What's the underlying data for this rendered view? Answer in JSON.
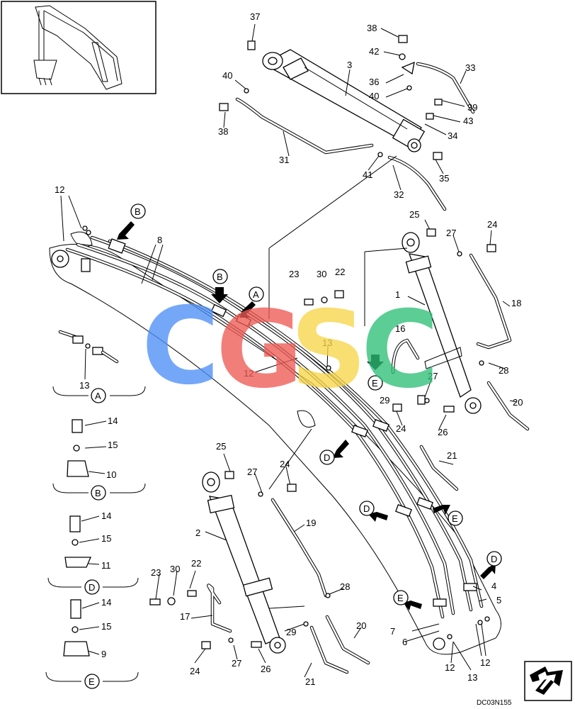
{
  "diagram_code": "DC03N155",
  "watermark": {
    "letters": [
      "C",
      "G",
      "S",
      "C"
    ],
    "colors": [
      "#4f8ff7",
      "#ef5a55",
      "#f8d64a",
      "#2fbf78"
    ]
  },
  "part_numbers": [
    "1",
    "2",
    "3",
    "4",
    "5",
    "6",
    "7",
    "8",
    "9",
    "10",
    "11",
    "12",
    "13",
    "14",
    "15",
    "16",
    "17",
    "18",
    "19",
    "20",
    "21",
    "22",
    "23",
    "24",
    "25",
    "26",
    "27",
    "28",
    "29",
    "30",
    "31",
    "32",
    "33",
    "34",
    "35",
    "36",
    "37",
    "38",
    "39",
    "40",
    "41",
    "42",
    "43"
  ],
  "view_letters": [
    "A",
    "B",
    "D",
    "E"
  ],
  "labels": {
    "p1": "1",
    "p2": "2",
    "p3": "3",
    "p4": "4",
    "p5": "5",
    "p6": "6",
    "p7": "7",
    "p8": "8",
    "p9": "9",
    "p10": "10",
    "p11": "11",
    "p12": "12",
    "p13": "13",
    "p14": "14",
    "p15": "15",
    "p16": "16",
    "p17": "17",
    "p18": "18",
    "p19": "19",
    "p20": "20",
    "p21": "21",
    "p22": "22",
    "p23": "23",
    "p24": "24",
    "p25": "25",
    "p26": "26",
    "p27": "27",
    "p28": "28",
    "p29": "29",
    "p30": "30",
    "p31": "31",
    "p32": "32",
    "p33": "33",
    "p34": "34",
    "p35": "35",
    "p36": "36",
    "p37": "37",
    "p38": "38",
    "p39": "39",
    "p40": "40",
    "p41": "41",
    "p42": "42",
    "p43": "43",
    "vA": "A",
    "vB": "B",
    "vD": "D",
    "vE": "E"
  }
}
